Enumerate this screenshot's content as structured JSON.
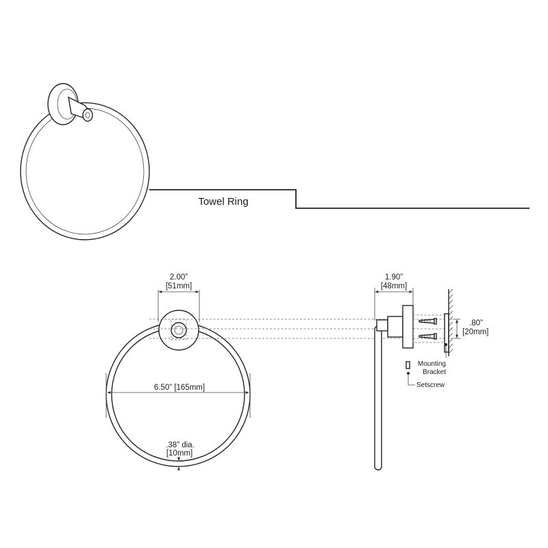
{
  "title": "Towel Ring",
  "dimensions": {
    "flange_width": {
      "imperial": "2.00”",
      "metric": "[51mm]"
    },
    "projection": {
      "imperial": "1.90”",
      "metric": "[48mm]"
    },
    "bracket_height": {
      "imperial": ".80”",
      "metric": "[20mm]"
    },
    "ring_diameter": "6.50” [165mm]",
    "tube_diameter": {
      "imperial": ".38” dia.",
      "metric": "[10mm]"
    }
  },
  "callouts": {
    "mounting_bracket_line1": "Mounting",
    "mounting_bracket_line2": "Bracket",
    "setscrew": "Setscrew"
  }
}
